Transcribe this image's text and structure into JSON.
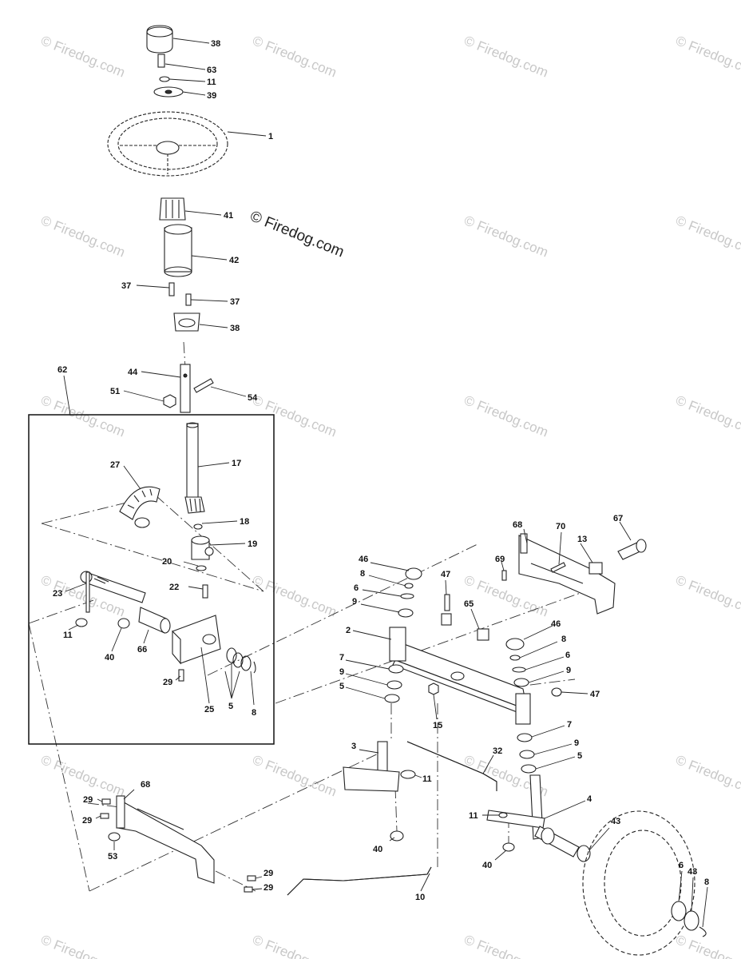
{
  "watermark": "© Firedog.com",
  "copyright": "© Firedog.com",
  "callouts": [
    {
      "id": "c-38-top",
      "label": "38"
    },
    {
      "id": "c-63",
      "label": "63"
    },
    {
      "id": "c-11-top",
      "label": "11"
    },
    {
      "id": "c-39",
      "label": "39"
    },
    {
      "id": "c-1",
      "label": "1"
    },
    {
      "id": "c-41",
      "label": "41"
    },
    {
      "id": "c-42",
      "label": "42"
    },
    {
      "id": "c-37a",
      "label": "37"
    },
    {
      "id": "c-37b",
      "label": "37"
    },
    {
      "id": "c-38-mid",
      "label": "38"
    },
    {
      "id": "c-62",
      "label": "62"
    },
    {
      "id": "c-44",
      "label": "44"
    },
    {
      "id": "c-51",
      "label": "51"
    },
    {
      "id": "c-54",
      "label": "54"
    },
    {
      "id": "c-17",
      "label": "17"
    },
    {
      "id": "c-27",
      "label": "27"
    },
    {
      "id": "c-18",
      "label": "18"
    },
    {
      "id": "c-19",
      "label": "19"
    },
    {
      "id": "c-20",
      "label": "20"
    },
    {
      "id": "c-22",
      "label": "22"
    },
    {
      "id": "c-23",
      "label": "23"
    },
    {
      "id": "c-11-box",
      "label": "11"
    },
    {
      "id": "c-40-box",
      "label": "40"
    },
    {
      "id": "c-66",
      "label": "66"
    },
    {
      "id": "c-29-box",
      "label": "29"
    },
    {
      "id": "c-25",
      "label": "25"
    },
    {
      "id": "c-5-box",
      "label": "5"
    },
    {
      "id": "c-8-box",
      "label": "8"
    },
    {
      "id": "c-46a",
      "label": "46"
    },
    {
      "id": "c-8a",
      "label": "8"
    },
    {
      "id": "c-6a",
      "label": "6"
    },
    {
      "id": "c-9a",
      "label": "9"
    },
    {
      "id": "c-47a",
      "label": "47"
    },
    {
      "id": "c-2",
      "label": "2"
    },
    {
      "id": "c-65",
      "label": "65"
    },
    {
      "id": "c-7a",
      "label": "7"
    },
    {
      "id": "c-9b",
      "label": "9"
    },
    {
      "id": "c-5a",
      "label": "5"
    },
    {
      "id": "c-15",
      "label": "15"
    },
    {
      "id": "c-68-top",
      "label": "68"
    },
    {
      "id": "c-70",
      "label": "70"
    },
    {
      "id": "c-67",
      "label": "67"
    },
    {
      "id": "c-69",
      "label": "69"
    },
    {
      "id": "c-13",
      "label": "13"
    },
    {
      "id": "c-46b",
      "label": "46"
    },
    {
      "id": "c-8b",
      "label": "8"
    },
    {
      "id": "c-6b",
      "label": "6"
    },
    {
      "id": "c-9c",
      "label": "9"
    },
    {
      "id": "c-47b",
      "label": "47"
    },
    {
      "id": "c-7b",
      "label": "7"
    },
    {
      "id": "c-9d",
      "label": "9"
    },
    {
      "id": "c-5b",
      "label": "5"
    },
    {
      "id": "c-3",
      "label": "3"
    },
    {
      "id": "c-11-mid",
      "label": "11"
    },
    {
      "id": "c-32",
      "label": "32"
    },
    {
      "id": "c-4",
      "label": "4"
    },
    {
      "id": "c-11-right",
      "label": "11"
    },
    {
      "id": "c-43a",
      "label": "43"
    },
    {
      "id": "c-40-mid",
      "label": "40"
    },
    {
      "id": "c-40-right",
      "label": "40"
    },
    {
      "id": "c-68-bot",
      "label": "68"
    },
    {
      "id": "c-29a",
      "label": "29"
    },
    {
      "id": "c-29b",
      "label": "29"
    },
    {
      "id": "c-53",
      "label": "53"
    },
    {
      "id": "c-29c",
      "label": "29"
    },
    {
      "id": "c-29d",
      "label": "29"
    },
    {
      "id": "c-10",
      "label": "10"
    },
    {
      "id": "c-6c",
      "label": "6"
    },
    {
      "id": "c-43b",
      "label": "43"
    },
    {
      "id": "c-8c",
      "label": "8"
    }
  ]
}
